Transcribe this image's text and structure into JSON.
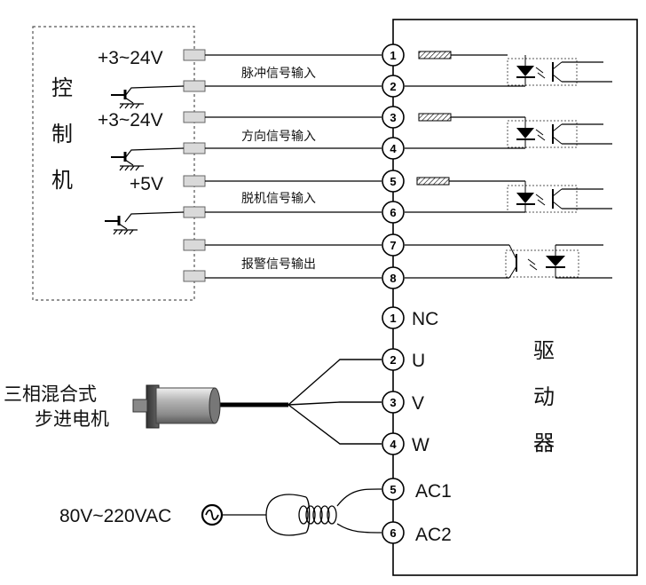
{
  "controller": {
    "label": [
      "控",
      "制",
      "机"
    ]
  },
  "driver": {
    "label": [
      "驱",
      "动",
      "器"
    ]
  },
  "motor": {
    "label_line1": "三相混合式",
    "label_line2": "步进电机"
  },
  "power": {
    "label": "80V~220VAC"
  },
  "voltages": {
    "v1": "+3~24V",
    "v3": "+3~24V",
    "v5": "+5V"
  },
  "signals": {
    "pulse": "脉冲信号输入",
    "direction": "方向信号输入",
    "offline": "脱机信号输入",
    "alarm": "报警信号输出"
  },
  "signal_pins": [
    "1",
    "2",
    "3",
    "4",
    "5",
    "6",
    "7",
    "8"
  ],
  "motor_pins": [
    {
      "num": "1",
      "name": "NC"
    },
    {
      "num": "2",
      "name": "U"
    },
    {
      "num": "3",
      "name": "V"
    },
    {
      "num": "4",
      "name": "W"
    }
  ],
  "power_pins": [
    {
      "num": "5",
      "name": "AC1"
    },
    {
      "num": "6",
      "name": "AC2"
    }
  ],
  "colors": {
    "line": "#000000",
    "connector": "#d9d9d9",
    "dash": "#555555"
  }
}
